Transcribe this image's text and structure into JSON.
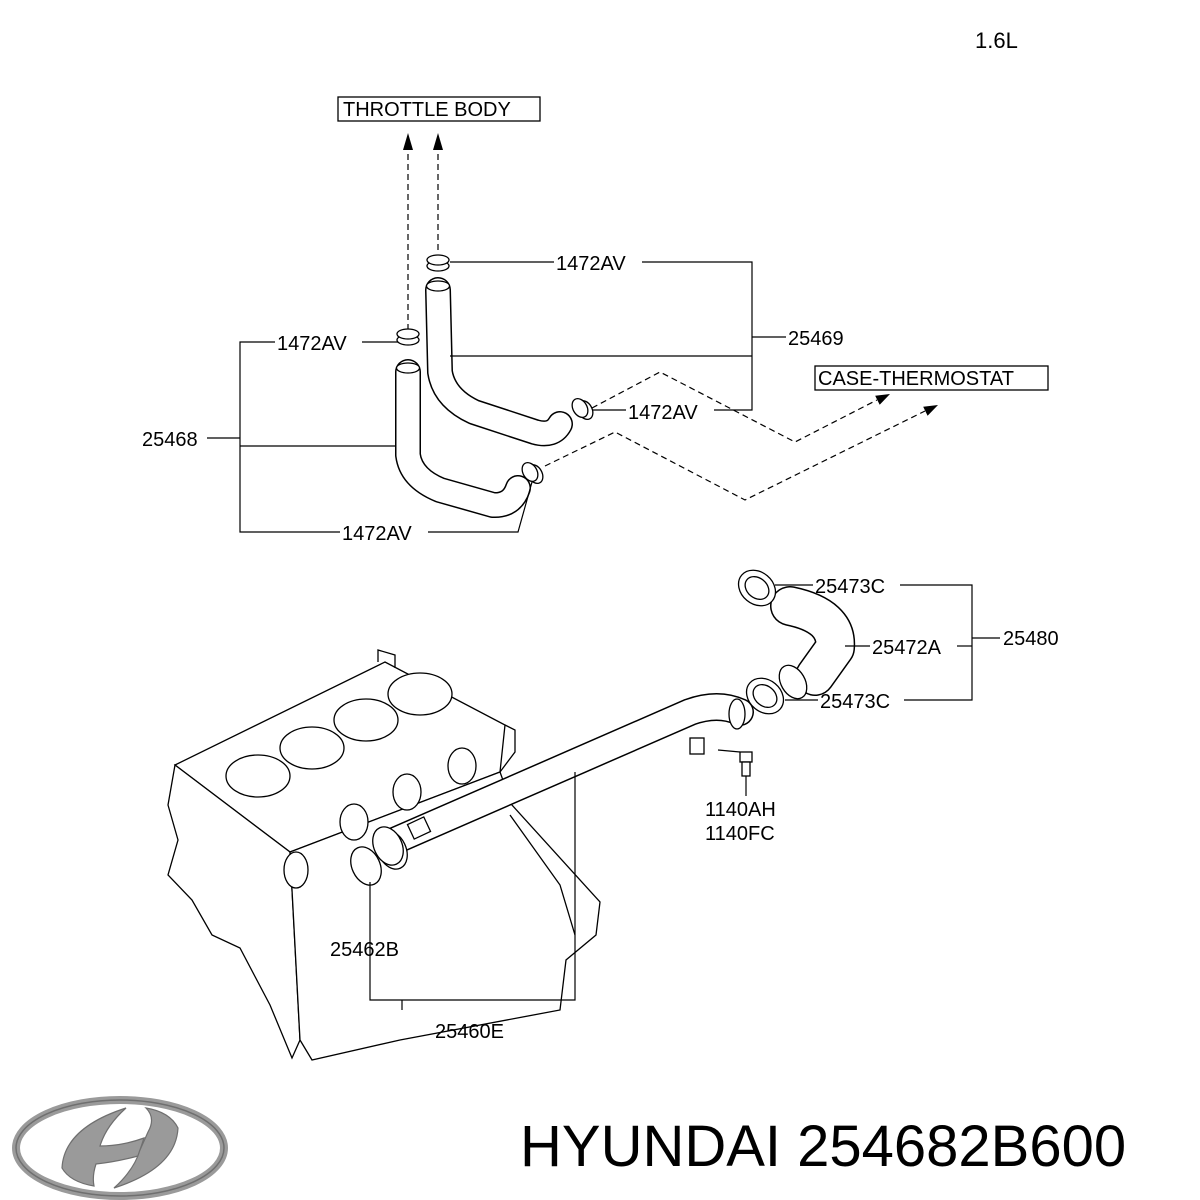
{
  "engine_label": "1.6L",
  "callouts": {
    "throttle_body": "THROTTLE BODY",
    "case_thermostat": "CASE-THERMOSTAT"
  },
  "labels": {
    "clamp_top": "1472AV",
    "hose_upper": "25469",
    "clamp_left": "1472AV",
    "clamp_right": "1472AV",
    "hose_lower": "25468",
    "clamp_bottom": "1472AV",
    "clamp_upper_outlet": "25473C",
    "assembly": "25480",
    "elbow_hose": "25472A",
    "clamp_lower_outlet": "25473C",
    "bolt_a": "1140AH",
    "bolt_b": "1140FC",
    "gasket": "25462B",
    "pipe": "25460E"
  },
  "footer": {
    "logo_icon": "hyundai-logo-icon",
    "caption": "HYUNDAI 254682B600"
  },
  "colors": {
    "line": "#000000",
    "logo_gray": "#8f8f8f"
  }
}
